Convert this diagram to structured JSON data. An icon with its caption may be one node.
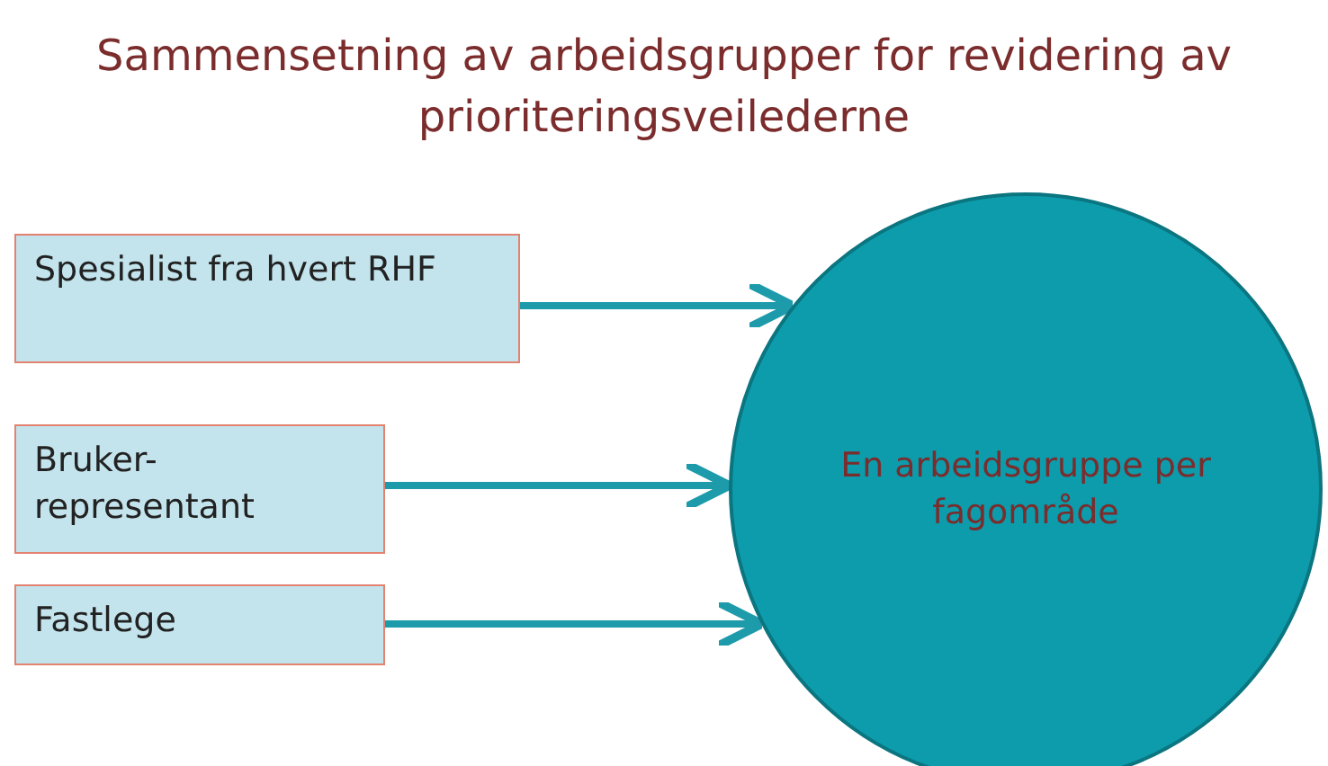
{
  "diagram": {
    "title": "Sammensetning av arbeidsgrupper for revidering av prioriteringsveilederne",
    "nodes": [
      {
        "text": [
          "Spesialist fra hvert RHF"
        ]
      },
      {
        "text": [
          "Bruker-representant"
        ]
      },
      {
        "text": [
          "Fastlege"
        ]
      },
      {
        "text": [
          "En arbeidsgruppe per fagområde"
        ]
      }
    ],
    "edges": [
      {
        "from": 0,
        "to": 3,
        "arrow": "to"
      },
      {
        "from": 1,
        "to": 3,
        "arrow": "to"
      },
      {
        "from": 2,
        "to": 3,
        "arrow": "to"
      }
    ]
  }
}
